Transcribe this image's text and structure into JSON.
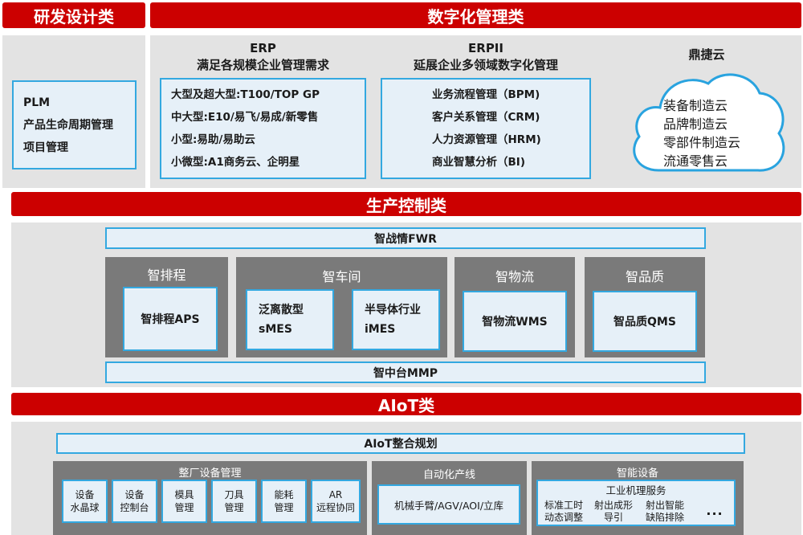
{
  "rd": {
    "title": "研发设计类",
    "items": [
      "PLM",
      "产品生命周期管理",
      "项目管理"
    ]
  },
  "dm": {
    "title": "数字化管理类"
  },
  "erp": {
    "name": "ERP",
    "desc": "满足各规模企业管理需求",
    "items": [
      "大型及超大型:T100/TOP GP",
      "中大型:E10/易飞/易成/新零售",
      "小型:易助/易助云",
      "小微型:A1商务云、企明星"
    ]
  },
  "erpii": {
    "name": "ERPII",
    "desc": "延展企业多领域数字化管理",
    "items": [
      "业务流程管理（BPM)",
      "客户关系管理（CRM)",
      "人力资源管理（HRM)",
      "商业智慧分析（BI)"
    ]
  },
  "cloud": {
    "name": "鼎捷云",
    "items": [
      "装备制造云",
      "品牌制造云",
      "零部件制造云",
      "流通零售云"
    ]
  },
  "prod": {
    "title": "生产控制类",
    "fwr": "智战情FWR",
    "mmp": "智中台MMP",
    "aps": {
      "title": "智排程",
      "box": "智排程APS"
    },
    "mes": {
      "title": "智车间",
      "smes": [
        "泛离散型",
        "sMES"
      ],
      "imes": [
        "半导体行业",
        "iMES"
      ]
    },
    "wms": {
      "title": "智物流",
      "box": "智物流WMS"
    },
    "qms": {
      "title": "智品质",
      "box": "智品质QMS"
    }
  },
  "aiot": {
    "title": "AIoT类",
    "plan": "AIoT整合规划",
    "factory": {
      "title": "整厂设备管理",
      "items": [
        [
          "设备",
          "水晶球"
        ],
        [
          "设备",
          "控制台"
        ],
        [
          "模具",
          "管理"
        ],
        [
          "刀具",
          "管理"
        ],
        [
          "能耗",
          "管理"
        ],
        [
          "AR",
          "远程协同"
        ]
      ]
    },
    "auto": {
      "title": "自动化产线",
      "box": "机械手臂/AGV/AOI/立库"
    },
    "smart": {
      "title": "智能设备",
      "service": "工业机理服务",
      "items": [
        [
          "标准工时",
          "动态调整"
        ],
        [
          "射出成形",
          "导引"
        ],
        [
          "射出智能",
          "缺陷排除"
        ]
      ],
      "more": "..."
    }
  }
}
